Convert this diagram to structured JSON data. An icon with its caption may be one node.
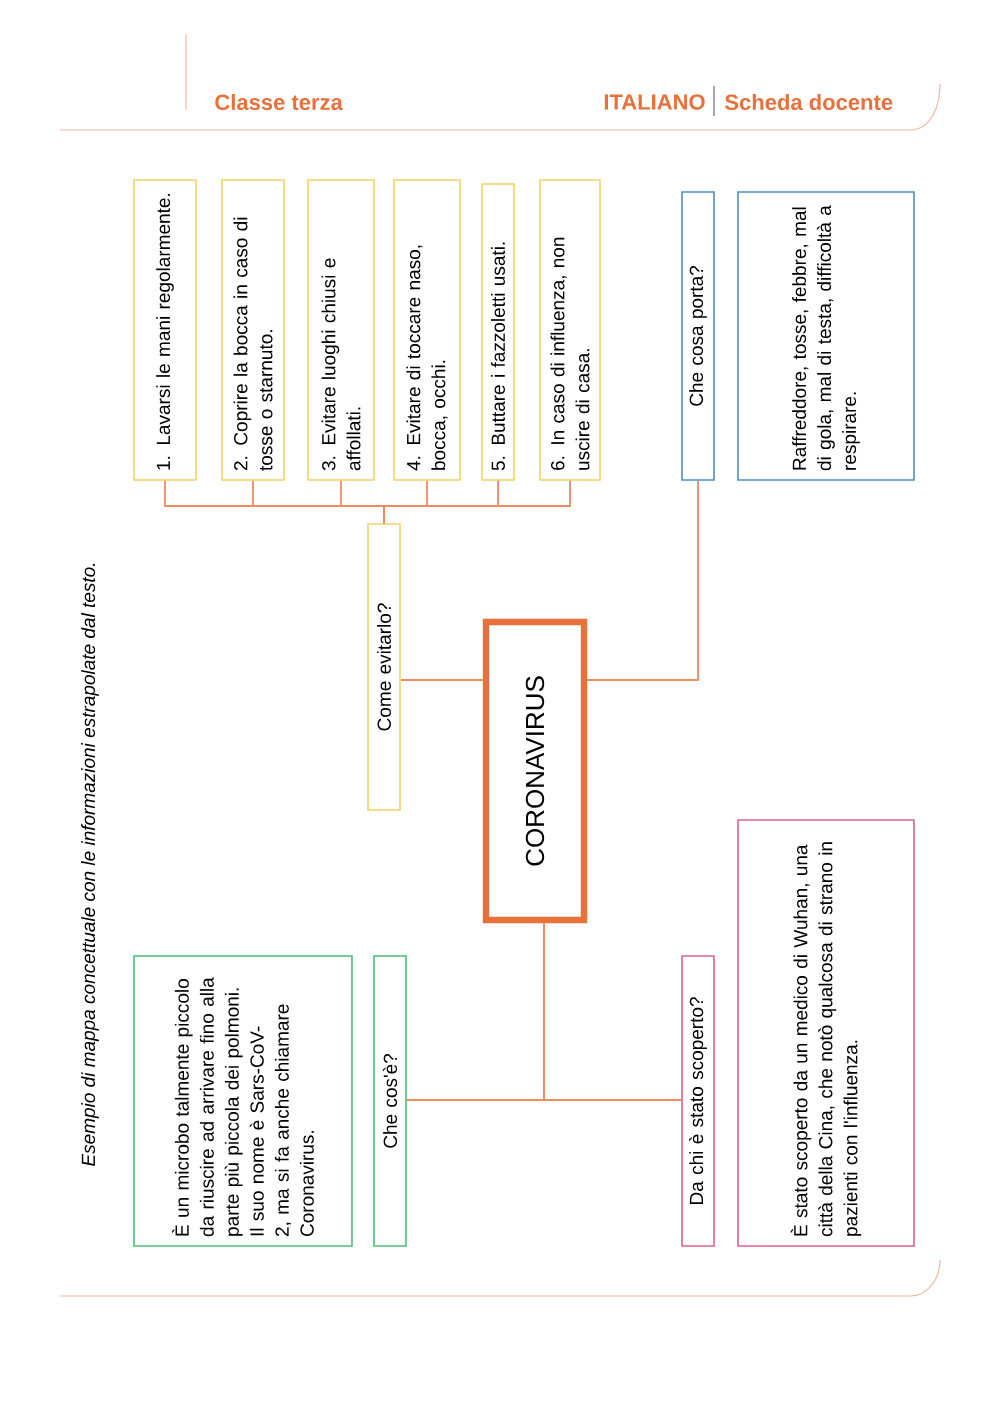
{
  "diagram": {
    "title": "Esempio di mappa concettuale con le informazioni estrapolate dal testo.",
    "nodes": [
      {
        "text": [
          "CORONAVIRUS"
        ]
      },
      {
        "text": [
          "Come evitarlo?"
        ]
      },
      {
        "text": [
          "1. Lavarsi le mani regolarmente."
        ]
      },
      {
        "text": [
          "2. Coprire la bocca in caso di tosse o starnuto."
        ]
      },
      {
        "text": [
          "3. Evitare luoghi chiusi e affollati."
        ]
      },
      {
        "text": [
          "4. Evitare di toccare naso, bocca, occhi."
        ]
      },
      {
        "text": [
          "5. Buttare i fazzoletti usati."
        ]
      },
      {
        "text": [
          "6. In caso di influenza, non uscire di casa."
        ]
      },
      {
        "text": [
          "Che cosa porta?"
        ]
      },
      {
        "text": [
          "Raffreddore, tosse, febbre, mal di gola, mal di testa, difficoltà a respirare."
        ]
      },
      {
        "text": [
          "Che cos'è?"
        ]
      },
      {
        "text": [
          "È un microbo talmente piccolo da riuscire ad arrivare fino alla parte più piccola dei polmoni. Il suo nome è Sars-CoV-2, ma si fa anche chiamare Coronavirus."
        ]
      },
      {
        "text": [
          "Da chi è stato scoperto?"
        ]
      },
      {
        "text": [
          "È stato scoperto da un medico di Wuhan, una città della Cina, che notò qualcosa di strano in pazienti con l'influenza."
        ]
      }
    ],
    "edges": [
      {
        "from": 0,
        "to": 1,
        "arrow": "none"
      },
      {
        "from": 1,
        "to": 2,
        "arrow": "none"
      },
      {
        "from": 1,
        "to": 3,
        "arrow": "none"
      },
      {
        "from": 1,
        "to": 4,
        "arrow": "none"
      },
      {
        "from": 1,
        "to": 5,
        "arrow": "none"
      },
      {
        "from": 1,
        "to": 6,
        "arrow": "none"
      },
      {
        "from": 1,
        "to": 7,
        "arrow": "none"
      },
      {
        "from": 0,
        "to": 8,
        "arrow": "none"
      },
      {
        "from": 0,
        "to": 10,
        "arrow": "none"
      },
      {
        "from": 0,
        "to": 12,
        "arrow": "none"
      }
    ],
    "labels": [
      "Classe terza",
      "ITALIANO",
      "Scheda docente"
    ]
  }
}
